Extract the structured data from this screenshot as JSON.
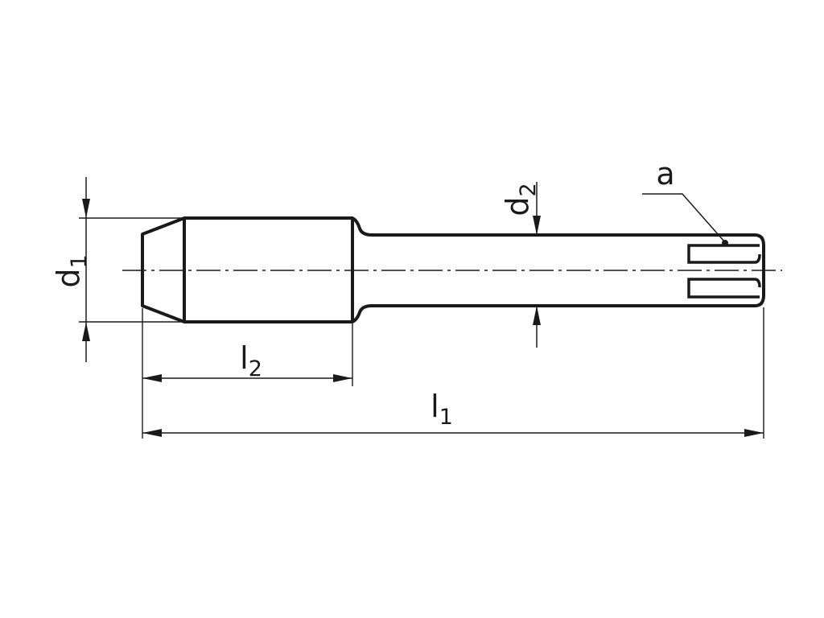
{
  "drawing": {
    "title": "",
    "labels": {
      "d1": {
        "base": "d",
        "sub": "1"
      },
      "d2": {
        "base": "d",
        "sub": "2"
      },
      "l1": {
        "base": "l",
        "sub": "1"
      },
      "l2": {
        "base": "l",
        "sub": "2"
      },
      "a": "a"
    },
    "colors": {
      "line": "#1a1a1a",
      "background": "#ffffff"
    }
  }
}
